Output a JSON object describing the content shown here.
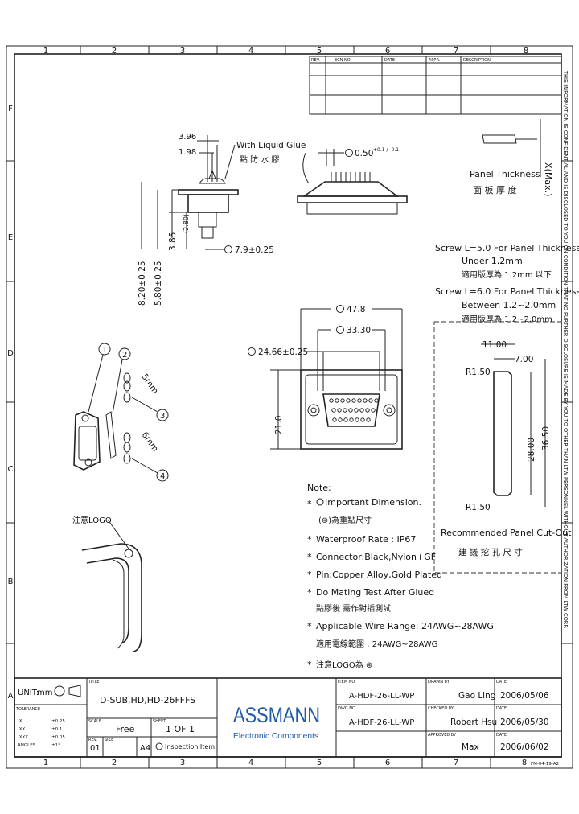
{
  "frame": {
    "columns": [
      "1",
      "2",
      "3",
      "4",
      "5",
      "6",
      "7",
      "8"
    ],
    "rows": [
      "F",
      "E",
      "D",
      "C",
      "B",
      "A"
    ]
  },
  "revision_table": {
    "headers": [
      "REV.",
      "ECN NO.",
      "DATE",
      "APPR.",
      "DESCRIPTION"
    ]
  },
  "side_notice": "THIS INFORMATION IS CONFIDENTIAL AND IS DISCLOSED TO YOU ON CONDITION THAT NO FURTHER DISCLOSURE IS MADE BY YOU TO OTHER THAN LTW PERSONNEL WITHOUT AUTHORIZATION FROM LTW CORP.",
  "side_view": {
    "dim_396": "3.96",
    "dim_198": "1.98",
    "glue_label": "With Liquid Glue",
    "glue_label_cn": "點 防 水 膠",
    "dim_820": "8.20±0.25",
    "dim_580": "5.80±0.25",
    "dim_385": "3.85",
    "dim_280": "(2.80)",
    "dim_79": "7.9±0.25"
  },
  "end_view": {
    "pin_dim": "0.50",
    "pin_tol": "+0.1 / -0.1"
  },
  "panel": {
    "thickness_label": "Panel Thickness",
    "thickness_label_cn": "面 板 厚 度",
    "x_max": "X(Max.)",
    "screw1": "Screw L=5.0 For Panel Thickness",
    "screw1b": "Under 1.2mm",
    "screw1c": "適用版厚為 1.2mm  以下",
    "screw2": "Screw L=6.0 For Panel Thickness",
    "screw2b": "Between 1.2~2.0mm",
    "screw2c": "適用版厚為 1.2~2.0mm"
  },
  "front_view": {
    "dim_478": "47.8",
    "dim_3330": "33.30",
    "dim_2466": "24.66±0.25",
    "dim_210": "21.0"
  },
  "exploded": {
    "balloon1": "1",
    "balloon2": "2",
    "balloon3": "3",
    "balloon4": "4",
    "mm5": "5mm",
    "mm6": "6mm"
  },
  "cutout": {
    "dim_1100": "11.00",
    "dim_700": "7.00",
    "r1": "R1.50",
    "r2": "R1.50",
    "dim_2800": "28.00",
    "dim_3650": "36.50",
    "title": "Recommended Panel Cut-Out",
    "title_cn": "建 議 挖 孔 尺 寸"
  },
  "logo_detail": {
    "label": "注意LOGO"
  },
  "notes": {
    "heading": "Note:",
    "items": [
      "Important Dimension.",
      "(⊛)為重點尺寸",
      "Waterproof Rate : IP67",
      "Connector:Black,Nylon+GF",
      "Pin:Copper Alloy,Gold Plated",
      "Do Mating Test After Glued",
      "點膠後 需作對插測試",
      "Applicable Wire Range: 24AWG~28AWG",
      "適用電線範圍 : 24AWG~28AWG",
      "注意LOGO為 ⊛"
    ]
  },
  "title_block": {
    "unit_label": "UNIT:",
    "unit_value": "mm",
    "title_label": "TITLE",
    "title_value": "D-SUB,HD,HD-26FFFS",
    "tolerance_label": "TOLERANCE",
    "tol_rows": [
      {
        "k": ".X",
        "v": "±0.25"
      },
      {
        "k": ".XX",
        "v": "±0.1"
      },
      {
        "k": ".XXX",
        "v": "±0.05"
      },
      {
        "k": "ANGLES",
        "v": "±1°"
      }
    ],
    "scale_label": "SCALE",
    "scale_value": "Free",
    "sheet_label": "SHEET",
    "sheet_value": "1  OF  1",
    "rev_label": "REV.",
    "rev_value": "01",
    "size_label": "SIZE",
    "size_value": "A4",
    "inspection": "Inspection Item",
    "brand": "ASSMANN",
    "brand_sub": "Electronic Components",
    "item_no_label": "ITEM NO",
    "item_no": "A-HDF-26-LL-WP",
    "dwg_no_label": "DWG NO",
    "dwg_no": "A-HDF-26-LL-WP",
    "drawn_label": "DRAWN BY",
    "drawn_by": "Gao Ling",
    "checked_label": "CHECKED BY",
    "checked_by": "Robert Hsu",
    "approved_label": "APPROVED BY",
    "approved_by": "Max",
    "date_label": "DATE",
    "date1": "2006/05/06",
    "date2": "2006/05/30",
    "date3": "2006/06/02",
    "form_no": "FM-04-19-A2"
  }
}
